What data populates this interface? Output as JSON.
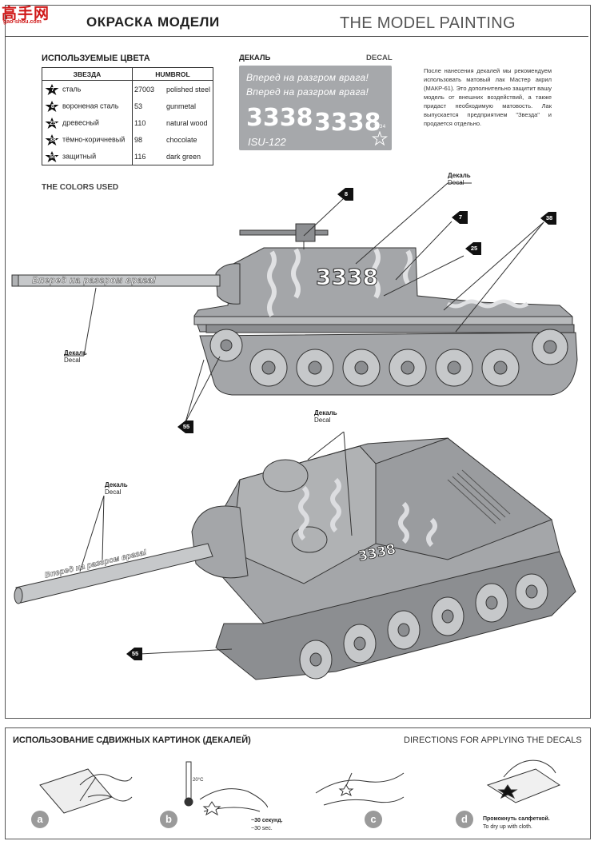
{
  "logo": {
    "cn": "高手网",
    "url": "gao-shou.com"
  },
  "header": {
    "title_ru": "ОКРАСКА МОДЕЛИ",
    "title_en": "THE MODEL PAINTING"
  },
  "colors": {
    "heading_ru": "ИСПОЛЬЗУЕМЫЕ ЦВЕТА",
    "heading_en": "THE COLORS USED",
    "col_zvezda": "ЗВЕЗДА",
    "col_humbrol": "HUMBROL",
    "rows": [
      {
        "num": "7",
        "name_ru": "сталь",
        "code": "27003",
        "name_en": "polished steel"
      },
      {
        "num": "8",
        "name_ru": "вороненая сталь",
        "code": "53",
        "name_en": "gunmetal"
      },
      {
        "num": "25",
        "name_ru": "древесный",
        "code": "110",
        "name_en": "natural wood"
      },
      {
        "num": "38",
        "name_ru": "тёмно-коричневый",
        "code": "98",
        "name_en": "chocolate"
      },
      {
        "num": "55",
        "name_ru": "защитный",
        "code": "116",
        "name_en": "dark green"
      }
    ]
  },
  "decal": {
    "label_ru": "ДЕКАЛЬ",
    "label_en": "DECAL",
    "slogan": "Вперед на разгром врага!",
    "number": "3338",
    "model": "ISU-122",
    "kit_no": "3534"
  },
  "note": "После нанесения декалей мы рекомендуем использовать матовый лак Мастер акрил (МАКР-61). Это дополнительно защитит вашу модель от внешних воздействий, а также придаст необходимую матовость. Лак выпускается предприятием \"Звезда\" и продается отдельно.",
  "callouts": {
    "decal_ru": "Декаль",
    "decal_en": "Decal",
    "n7": "7",
    "n8": "8",
    "n25": "25",
    "n38": "38",
    "n55": "55"
  },
  "side_view": {
    "barrel_text": "Вперед на разгром врага!",
    "hull_number": "3338"
  },
  "iso_view": {
    "barrel_text": "Вперед на разгром врага!",
    "hull_number": "3338"
  },
  "directions": {
    "title_ru": "ИСПОЛЬЗОВАНИЕ СДВИЖНЫХ КАРТИНОК (ДЕКАЛЕЙ)",
    "title_en": "DIRECTIONS  FOR APPLYING THE DECALS",
    "steps": [
      {
        "letter": "a"
      },
      {
        "letter": "b",
        "temp": "20°C",
        "note_ru": "~30 секунд.",
        "note_en": "~30 sec."
      },
      {
        "letter": "c"
      },
      {
        "letter": "d",
        "note_ru": "Промокнуть салфеткой.",
        "note_en": "To dry up with cloth."
      }
    ]
  },
  "palette": {
    "hull": "#a4a6a9",
    "camo": "#d3d4d6",
    "line": "#333333",
    "badge": "#9a9a9a",
    "logo": "#d01818"
  }
}
